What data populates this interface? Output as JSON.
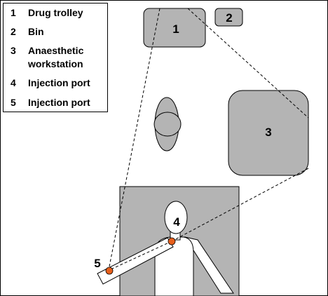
{
  "legend": {
    "items": [
      {
        "num": "1",
        "label": "Drug trolley"
      },
      {
        "num": "2",
        "label": "Bin"
      },
      {
        "num": "3",
        "label": "Anaesthetic",
        "label2": "workstation"
      },
      {
        "num": "4",
        "label": "Injection port"
      },
      {
        "num": "5",
        "label": "Injection port"
      }
    ]
  },
  "diagram": {
    "trolley_label": "1",
    "bin_label": "2",
    "workstation_label": "3",
    "port4_label": "4",
    "port5_label": "5"
  },
  "colors": {
    "object_fill": "#b4b4b4",
    "outline": "#000000",
    "port_fill": "#e8601c",
    "background": "#ffffff"
  }
}
